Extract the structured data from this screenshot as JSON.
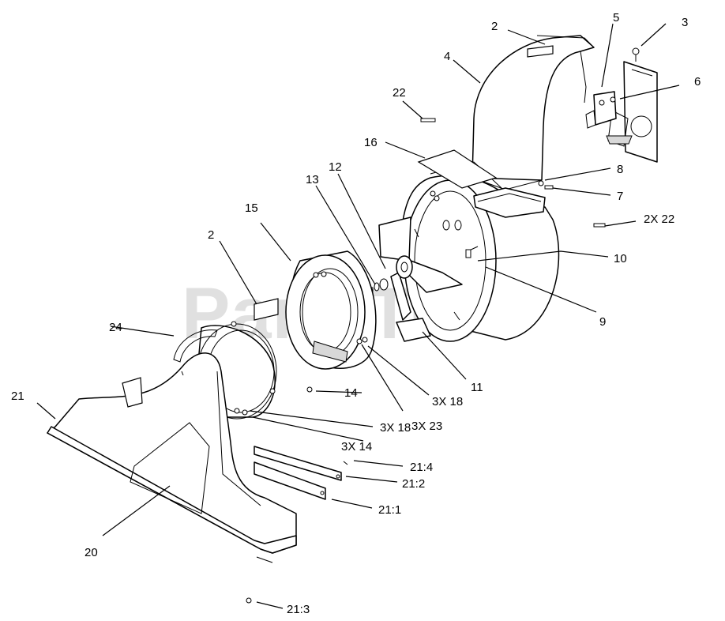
{
  "watermark": {
    "text": "PartsTree",
    "trademark": "TM"
  },
  "callouts": {
    "c2_top": "2",
    "c3": "3",
    "c4": "4",
    "c5": "5",
    "c6": "6",
    "c22": "22",
    "c16": "16",
    "c8": "8",
    "c7": "7",
    "c12": "12",
    "c13": "13",
    "c2x22": "2X 22",
    "c15": "15",
    "c10": "10",
    "c2_left": "2",
    "c9": "9",
    "c24": "24",
    "c11": "11",
    "c14": "14",
    "c3x18_a": "3X 18",
    "c21": "21",
    "c3x18_b": "3X 18",
    "c3x23": "3X 23",
    "c3x14": "3X 14",
    "c21_4": "21:4",
    "c21_2": "21:2",
    "c21_1": "21:1",
    "c20": "20",
    "c21_3": "21:3"
  }
}
